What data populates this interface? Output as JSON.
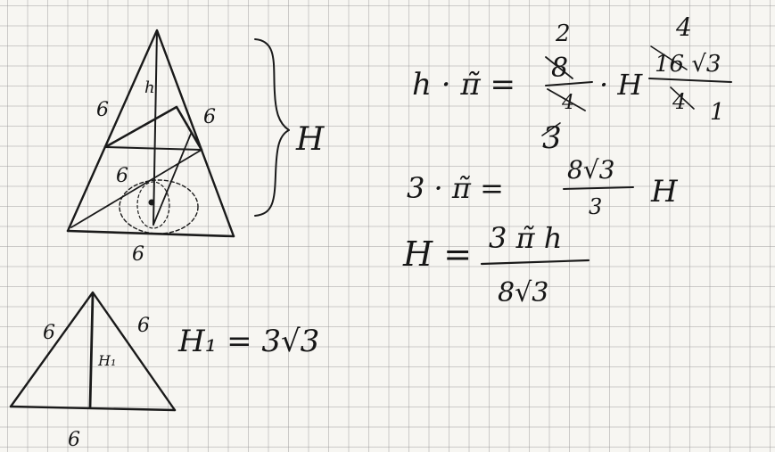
{
  "sheet": {
    "ink_color": "#1a1a1a",
    "paper_color": "#f7f6f2",
    "grid_color": "#9a9a9a"
  },
  "figure_top": {
    "edge_label_left": "6",
    "edge_label_right": "6",
    "edge_label_inner": "6",
    "base_label": "6",
    "apex_label": "h",
    "height_label": "H"
  },
  "figure_bottom": {
    "side_label_left": "6",
    "side_label_right": "6",
    "base_label": "6",
    "height_label": "H₁",
    "height_equation": "H₁ = 3√3"
  },
  "equations": {
    "eq1_lhs": "h · π̃ =",
    "eq1_mult": "· H",
    "eq1_frac1_num": "8",
    "eq1_frac1_above": "2",
    "eq1_frac1_den": "4",
    "eq1_frac1_below": "3",
    "eq1_frac2_num": "16 √3",
    "eq1_frac2_above": "4",
    "eq1_frac2_den": "4",
    "eq1_frac2_below": "1",
    "eq2_lhs": "3 · π̃ =",
    "eq2_num": "8√3",
    "eq2_den": "3",
    "eq2_rhs": "H",
    "eq3_lhs": "H =",
    "eq3_num": "3 π̃ h",
    "eq3_den": "8√3"
  }
}
